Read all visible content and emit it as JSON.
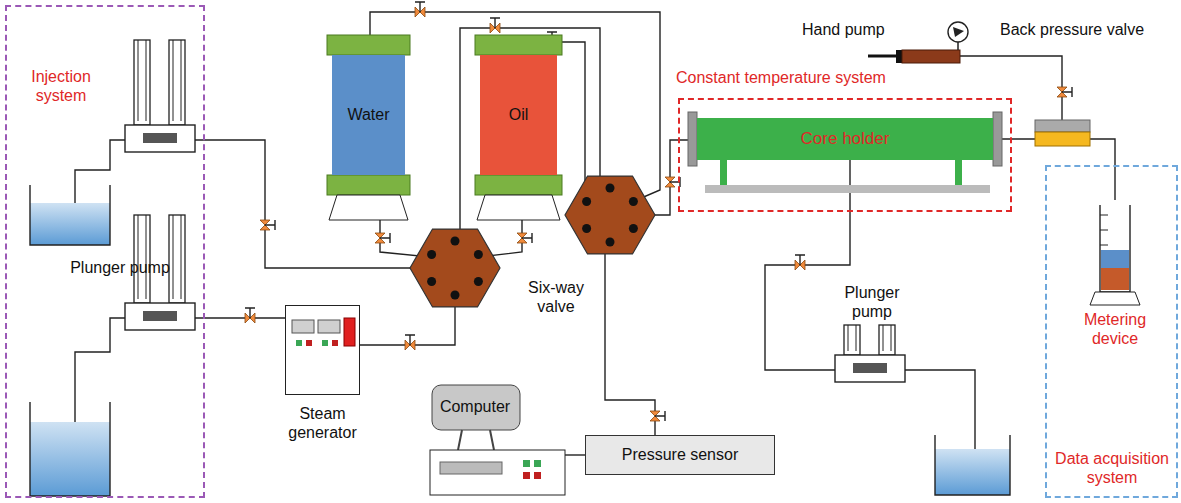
{
  "diagram": {
    "nodes": [
      {
        "text": [
          "Injection system"
        ]
      },
      {
        "text": [
          "Water"
        ]
      },
      {
        "text": [
          "Oil"
        ]
      },
      {
        "text": [
          "Steam generator"
        ]
      },
      {
        "text": [
          "Computer"
        ]
      },
      {
        "text": [
          "Pressure sensor"
        ]
      },
      {
        "text": [
          "Constant temperature system"
        ]
      },
      {
        "text": [
          "Core holder"
        ],
        "in": 6
      },
      {
        "text": [
          "Data acquisition system"
        ]
      },
      {
        "text": [
          "Metering device"
        ],
        "in": 8
      }
    ],
    "edges": [
      {
        "from": 4,
        "to": 5,
        "arrow": "none"
      },
      {
        "from": 7,
        "to": 9,
        "arrow": "none"
      }
    ],
    "labels": [
      "Plunger pump",
      "Six-way valve",
      "Hand pump",
      "Back pressure valve",
      "Plunger pump"
    ]
  }
}
